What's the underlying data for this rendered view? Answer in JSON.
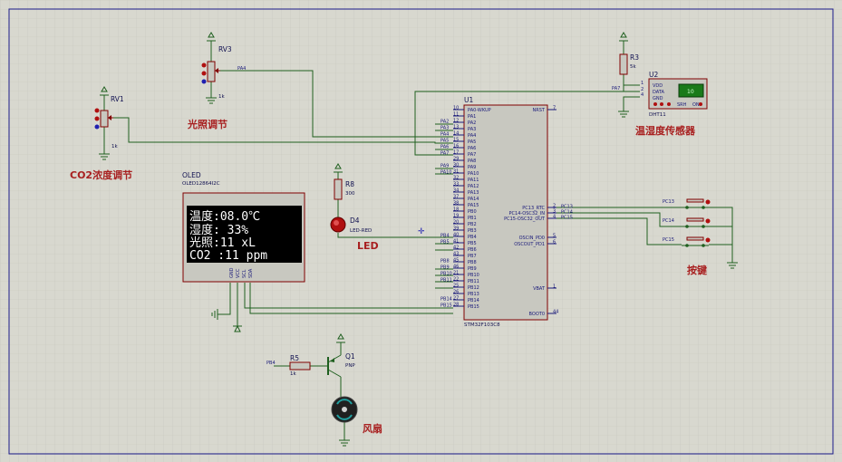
{
  "colors": {
    "background": "#d8d8cf",
    "grid": "#c7c7bc",
    "border": "#1a1a8a",
    "wire": "#1f5f1f",
    "component_body": "#c8c8c0",
    "component_outline": "#800000",
    "annotation": "#a82020",
    "oled_screen": "#000000",
    "led": "#b01010"
  },
  "labels": {
    "rv1_annotation": "CO2浓度调节",
    "rv3_annotation": "光照调节",
    "dht_annotation": "温湿度传感器",
    "led_annotation": "LED",
    "keys_annotation": "按键",
    "fan_annotation": "风扇"
  },
  "rv1": {
    "ref": "RV1",
    "value": "1k"
  },
  "rv3": {
    "ref": "RV3",
    "value": "1k",
    "net": "PA4"
  },
  "r3": {
    "ref": "R3",
    "value": "5k",
    "net": "PA7"
  },
  "r8": {
    "ref": "R8",
    "value": "300"
  },
  "r5": {
    "ref": "R5",
    "value": "1k",
    "net": "PB4"
  },
  "d4": {
    "ref": "D4",
    "value": "LED-RED"
  },
  "q1": {
    "ref": "Q1",
    "value": "PNP"
  },
  "u2": {
    "ref": "U2",
    "part": "DHT11",
    "pins": [
      "VDD",
      "DATA",
      "GND"
    ],
    "pin_numbers": [
      "1",
      "2",
      "4"
    ],
    "display": "10",
    "buttons": [
      "SRH",
      "ON"
    ]
  },
  "oled": {
    "name": "OLED",
    "part": "OLED12864I2C",
    "lines": [
      "温度:08.0℃",
      "湿度: 33%",
      "光照:11 xL",
      "CO2 :11 ppm"
    ],
    "pins": [
      "GND",
      "VCC",
      "SCL",
      "SDA"
    ]
  },
  "u1": {
    "ref": "U1",
    "part": "STM32F103C8",
    "left_pins": [
      {
        "num": "10",
        "name": "PA0-WKUP",
        "net": ""
      },
      {
        "num": "11",
        "name": "PA1",
        "net": ""
      },
      {
        "num": "12",
        "name": "PA2",
        "net": "PA2"
      },
      {
        "num": "13",
        "name": "PA3",
        "net": "PA3"
      },
      {
        "num": "14",
        "name": "PA4",
        "net": "PA4"
      },
      {
        "num": "15",
        "name": "PA5",
        "net": "PA5"
      },
      {
        "num": "16",
        "name": "PA6",
        "net": "PA6"
      },
      {
        "num": "17",
        "name": "PA7",
        "net": "PA7"
      },
      {
        "num": "29",
        "name": "PA8",
        "net": ""
      },
      {
        "num": "30",
        "name": "PA9",
        "net": "PA9"
      },
      {
        "num": "31",
        "name": "PA10",
        "net": "PA10"
      },
      {
        "num": "32",
        "name": "PA11",
        "net": ""
      },
      {
        "num": "33",
        "name": "PA12",
        "net": ""
      },
      {
        "num": "34",
        "name": "PA13",
        "net": ""
      },
      {
        "num": "37",
        "name": "PA14",
        "net": ""
      },
      {
        "num": "38",
        "name": "PA15",
        "net": ""
      },
      {
        "num": "18",
        "name": "PB0",
        "net": ""
      },
      {
        "num": "19",
        "name": "PB1",
        "net": ""
      },
      {
        "num": "20",
        "name": "PB2",
        "net": ""
      },
      {
        "num": "39",
        "name": "PB3",
        "net": ""
      },
      {
        "num": "40",
        "name": "PB4",
        "net": "PB4"
      },
      {
        "num": "41",
        "name": "PB5",
        "net": "PB5"
      },
      {
        "num": "42",
        "name": "PB6",
        "net": ""
      },
      {
        "num": "43",
        "name": "PB7",
        "net": ""
      },
      {
        "num": "45",
        "name": "PB8",
        "net": "PB8"
      },
      {
        "num": "46",
        "name": "PB9",
        "net": "PB9"
      },
      {
        "num": "21",
        "name": "PB10",
        "net": "PB10"
      },
      {
        "num": "22",
        "name": "PB11",
        "net": "PB11"
      },
      {
        "num": "25",
        "name": "PB12",
        "net": ""
      },
      {
        "num": "26",
        "name": "PB13",
        "net": ""
      },
      {
        "num": "27",
        "name": "PB14",
        "net": "PB14"
      },
      {
        "num": "28",
        "name": "PB15",
        "net": "PB15"
      }
    ],
    "right_pins": [
      {
        "num": "7",
        "name": "NRST",
        "net": ""
      },
      {
        "num": "2",
        "name": "PC13_RTC",
        "net": "PC13"
      },
      {
        "num": "3",
        "name": "PC14-OSC32_IN",
        "net": "PC14"
      },
      {
        "num": "4",
        "name": "PC15-OSC32_OUT",
        "net": "PC15"
      },
      {
        "num": "5",
        "name": "OSCIN_PD0",
        "net": ""
      },
      {
        "num": "6",
        "name": "OSCOUT_PD1",
        "net": ""
      },
      {
        "num": "1",
        "name": "VBAT",
        "net": ""
      },
      {
        "num": "44",
        "name": "BOOT0",
        "net": ""
      }
    ]
  },
  "keys": [
    {
      "net": "PC13"
    },
    {
      "net": "PC14"
    },
    {
      "net": "PC15"
    }
  ]
}
